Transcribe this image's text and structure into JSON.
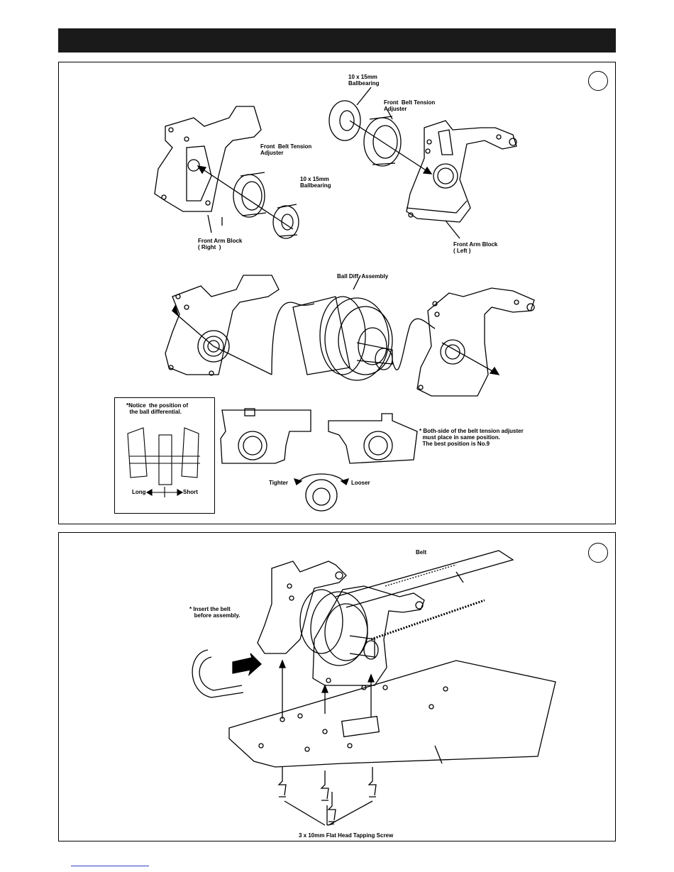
{
  "panel1": {
    "step_label": "",
    "labels": {
      "right_bearing": "10 x 15mm\nBallbearing",
      "right_adjuster": "Front  Belt Tension\nAdjuster",
      "right_arm": "Front Arm Block\n( Right  )",
      "left_bearing": "10 x 15mm\nBallbearing",
      "left_adjuster": "Front  Belt Tension\nAdjuster",
      "left_arm": "Front Arm Block\n( Left )",
      "ball_diff": "Ball Diff. Assembly",
      "notice": "*Notice  the position of\n  the ball differential.",
      "long": "Long",
      "short": "Short",
      "adjuster_note": "* Both-side of the belt tension adjuster\n  must place in same position.\n  The best position is No.9",
      "tighter": "Tighter",
      "looser": "Looser"
    }
  },
  "panel2": {
    "step_label": "",
    "labels": {
      "belt": "Belt",
      "insert_note": "* Insert the belt\n   before assembly.",
      "screws": "3 x 10mm Flat Head Tapping Screw"
    }
  }
}
